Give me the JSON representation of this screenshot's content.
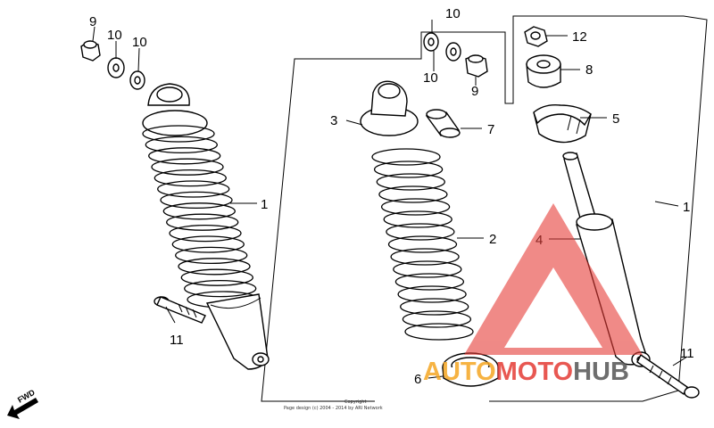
{
  "callouts": {
    "c9_left": "9",
    "c10_left_a": "10",
    "c10_left_b": "10",
    "c1_left": "1",
    "c11_left": "11",
    "c10_top": "10",
    "c10_mid": "10",
    "c9_right": "9",
    "c12": "12",
    "c8": "8",
    "c3": "3",
    "c7": "7",
    "c5": "5",
    "c2": "2",
    "c4": "4",
    "c1_right": "1",
    "c6": "6",
    "c11_right": "11"
  },
  "fwd_label": "FWD",
  "copyright": {
    "line1": "Copyright",
    "line2": "Page design (c) 2004 - 2014 by ARI Network"
  },
  "watermark": {
    "part1": "AUTO",
    "part2": "MOTO",
    "part3": "HUB",
    "colors": {
      "part1": "#f5a623",
      "part2": "#e53b35",
      "part3": "#555555",
      "triangle": "#e53b35"
    }
  }
}
